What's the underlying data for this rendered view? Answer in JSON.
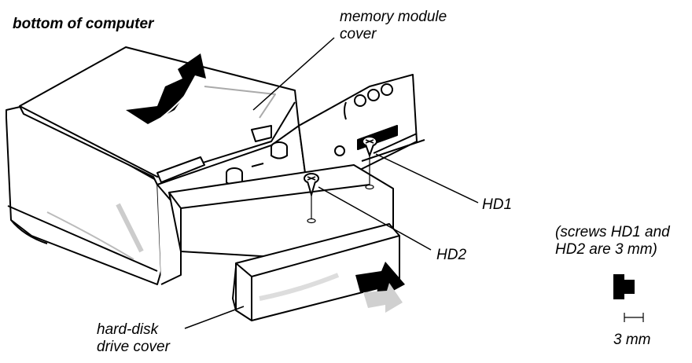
{
  "heading": "bottom of computer",
  "callouts": {
    "memory_cover": [
      "memory module",
      "cover"
    ],
    "hd1": "HD1",
    "hd2": "HD2",
    "hdd_cover": [
      "hard-disk",
      "drive cover"
    ]
  },
  "screw_note": {
    "text": [
      "(screws HD1 and",
      "HD2 are 3 mm)"
    ],
    "dimension": "3 mm"
  },
  "colors": {
    "ink": "#000000",
    "shade": "#9a9a9a",
    "light_shade": "#d6d6d6"
  }
}
